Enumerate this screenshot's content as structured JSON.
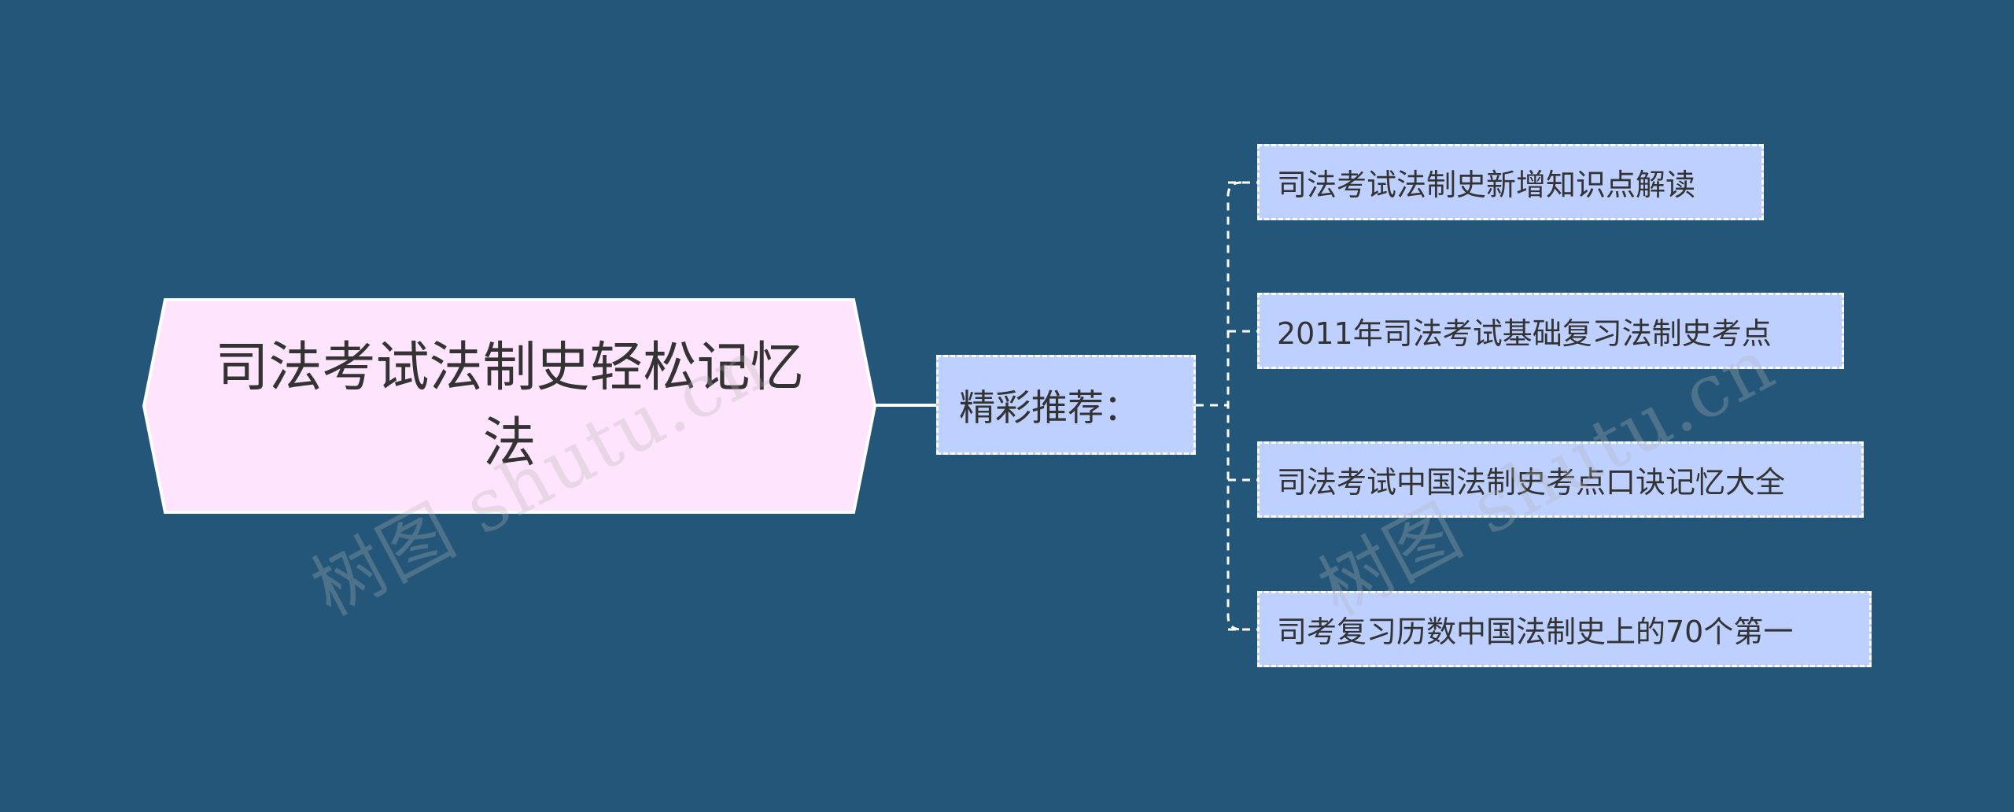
{
  "root": {
    "title": "司法考试法制史轻松记忆法"
  },
  "branch": {
    "label": "精彩推荐："
  },
  "leaves": [
    {
      "label": "司法考试法制史新增知识点解读"
    },
    {
      "label": "2011年司法考试基础复习法制史考点"
    },
    {
      "label": "司法考试中国法制史考点口诀记忆大全"
    },
    {
      "label": "司考复习历数中国法制史上的70个第一"
    }
  ],
  "watermark": {
    "text": "树图 shutu.cn"
  },
  "colors": {
    "background": "#235679",
    "root_fill": "#ffe4fd",
    "node_fill": "#bed0ff",
    "connector": "#ffffff",
    "text": "#333333"
  }
}
